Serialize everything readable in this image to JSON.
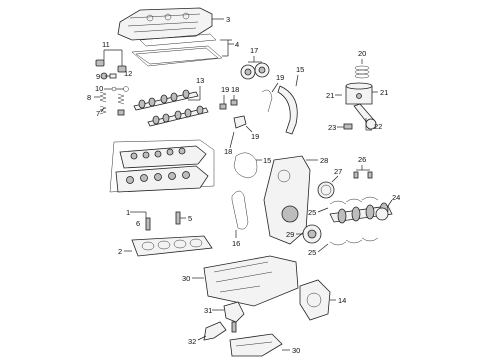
{
  "callouts": {
    "c1": "1",
    "c2": "2",
    "c3": "3",
    "c4": "4",
    "c5": "5",
    "c6": "6",
    "c7": "7",
    "c8": "8",
    "c9": "9",
    "c10": "10",
    "c11": "11",
    "c12": "12",
    "c13": "13",
    "c14": "14",
    "c15": "15",
    "c15b": "15",
    "c16": "16",
    "c17": "17",
    "c18": "18",
    "c18b": "18",
    "c19": "19",
    "c19b": "19",
    "c19c": "19",
    "c20": "20",
    "c21": "21",
    "c21b": "21",
    "c22": "22",
    "c23": "23",
    "c24": "24",
    "c25": "25",
    "c25b": "25",
    "c26": "26",
    "c27": "27",
    "c28": "28",
    "c29": "29",
    "c30": "30",
    "c30b": "30",
    "c31": "31",
    "c32": "32"
  }
}
